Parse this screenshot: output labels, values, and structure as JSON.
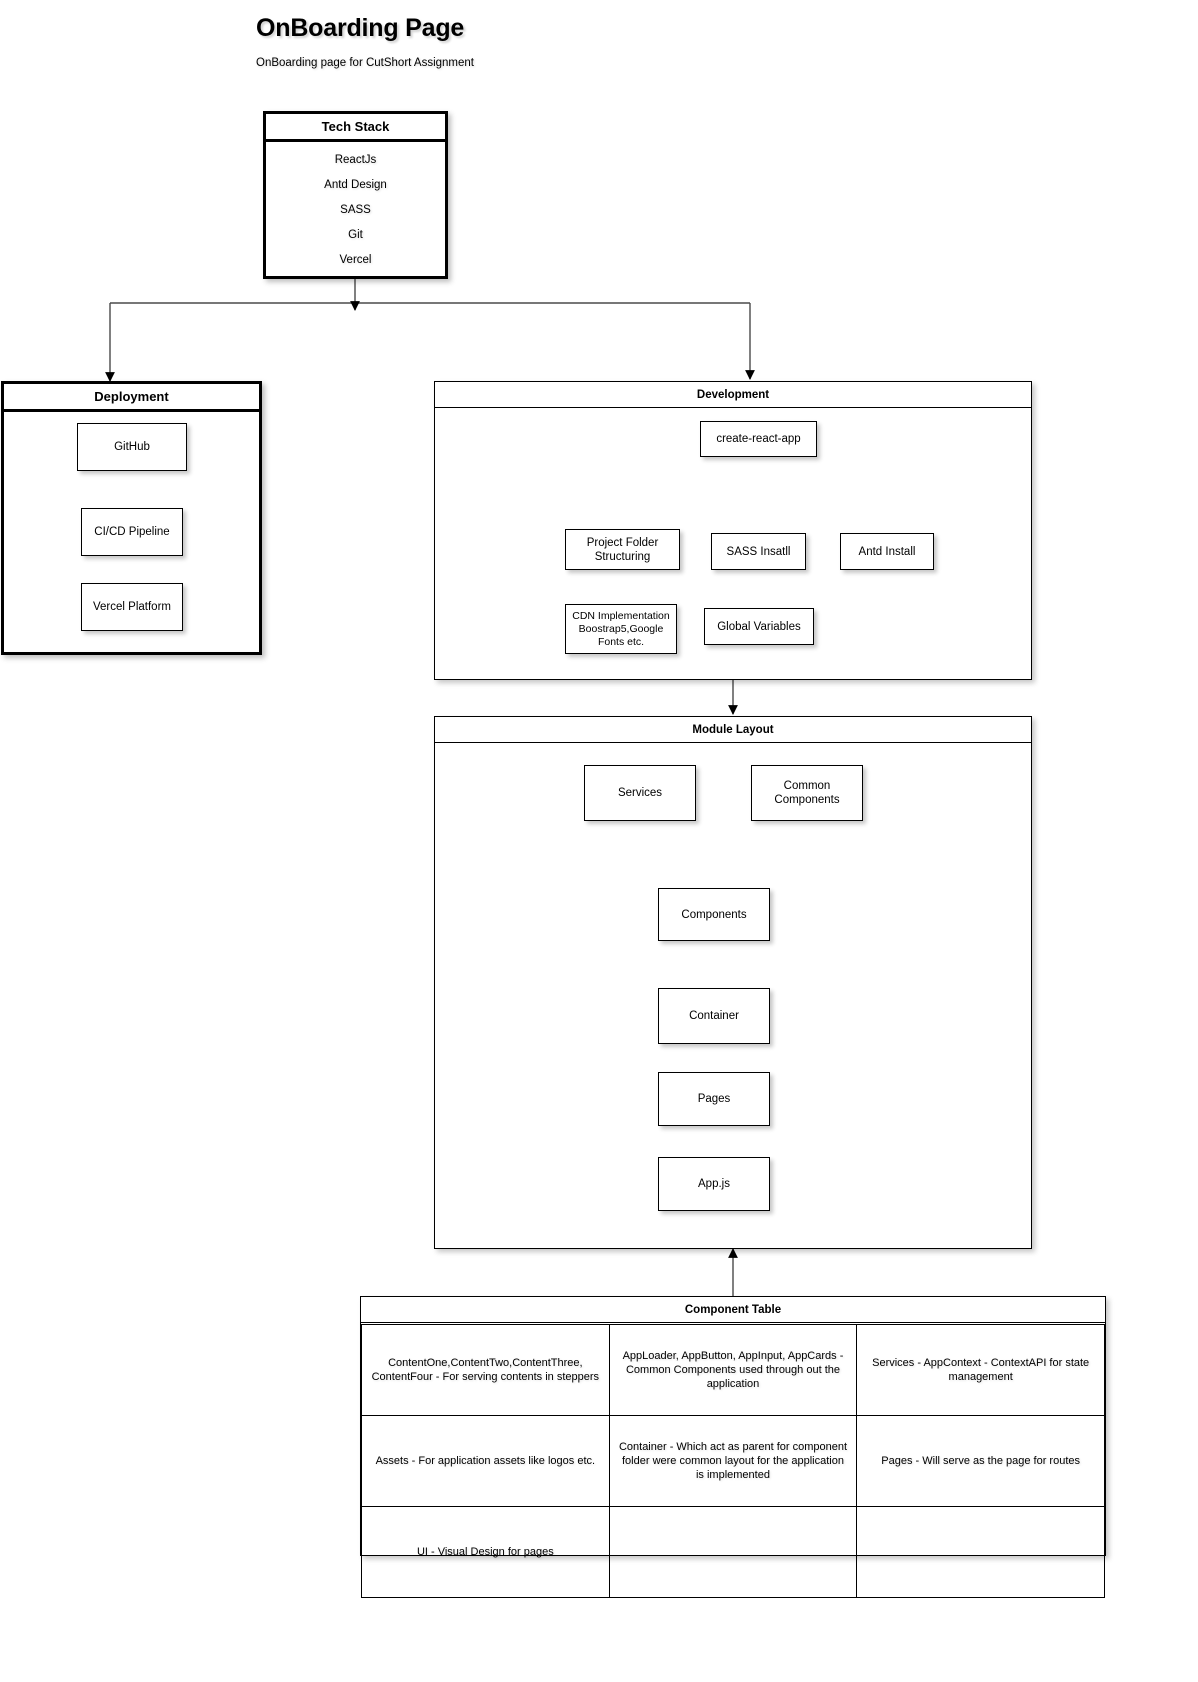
{
  "header": {
    "title": "OnBoarding Page",
    "subtitle": "OnBoarding page for CutShort Assignment"
  },
  "tech_stack": {
    "title": "Tech Stack",
    "items": [
      {
        "label": "ReactJs"
      },
      {
        "label": "Antd Design"
      },
      {
        "label": "SASS"
      },
      {
        "label": "Git"
      },
      {
        "label": "Vercel"
      }
    ]
  },
  "deployment": {
    "title": "Deployment",
    "nodes": [
      {
        "label": "GitHub"
      },
      {
        "label": "CI/CD Pipeline"
      },
      {
        "label": "Vercel Platform"
      }
    ]
  },
  "development": {
    "title": "Development",
    "nodes": [
      {
        "label": "create-react-app"
      },
      {
        "label": "Project Folder Structuring"
      },
      {
        "label": "SASS Insatll"
      },
      {
        "label": "Antd Install"
      },
      {
        "label": "CDN Implementation Boostrap5,Google Fonts etc."
      },
      {
        "label": "Global Variables"
      }
    ]
  },
  "module_layout": {
    "title": "Module Layout",
    "nodes": [
      {
        "label": "Services"
      },
      {
        "label": "Common Components"
      },
      {
        "label": "Components"
      },
      {
        "label": "Container"
      },
      {
        "label": "Pages"
      },
      {
        "label": "App.js"
      }
    ]
  },
  "component_table": {
    "title": "Component Table",
    "rows": [
      [
        "ContentOne,ContentTwo,ContentThree, ContentFour - For serving contents in steppers",
        "AppLoader, AppButton, AppInput, AppCards - Common Components used through out the application",
        "Services - AppContext - ContextAPI for state management"
      ],
      [
        "Assets - For application assets like logos etc.",
        "Container - Which act as parent for component folder were common layout for the application is implemented",
        "Pages -  Will serve as the page for routes"
      ],
      [
        "UI - Visual Design for pages",
        "",
        ""
      ]
    ]
  },
  "colors": {
    "stroke": "#000000",
    "fill": "#ffffff",
    "text": "#000000"
  }
}
